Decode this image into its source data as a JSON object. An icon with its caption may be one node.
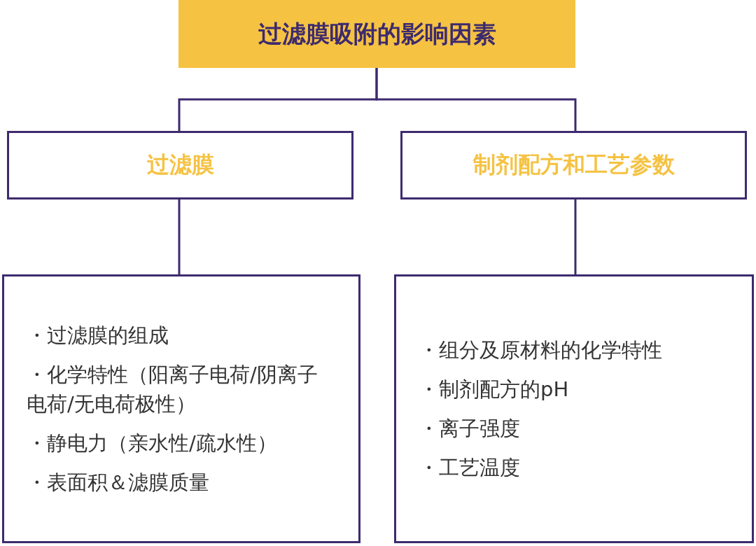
{
  "diagram": {
    "nodes": [
      {
        "text": [
          "过滤膜吸附的影响因素"
        ]
      },
      {
        "text": [
          "过滤膜"
        ]
      },
      {
        "text": [
          "制剂配方和工艺参数"
        ]
      },
      {
        "text": [
          "・过滤膜的组成",
          "・化学特性（阳离子电荷/阴离子电荷/无电荷极性）",
          "・静电力（亲水性/疏水性）",
          "・表面积＆滤膜质量"
        ]
      },
      {
        "text": [
          "・组分及原材料的化学特性",
          "・制剂配方的pH",
          "・离子强度",
          "・工艺温度"
        ]
      }
    ],
    "edges": [
      {
        "from": 0,
        "to": 1,
        "arrow": "none"
      },
      {
        "from": 0,
        "to": 2,
        "arrow": "none"
      },
      {
        "from": 1,
        "to": 3,
        "arrow": "none"
      },
      {
        "from": 2,
        "to": 4,
        "arrow": "none"
      }
    ]
  }
}
